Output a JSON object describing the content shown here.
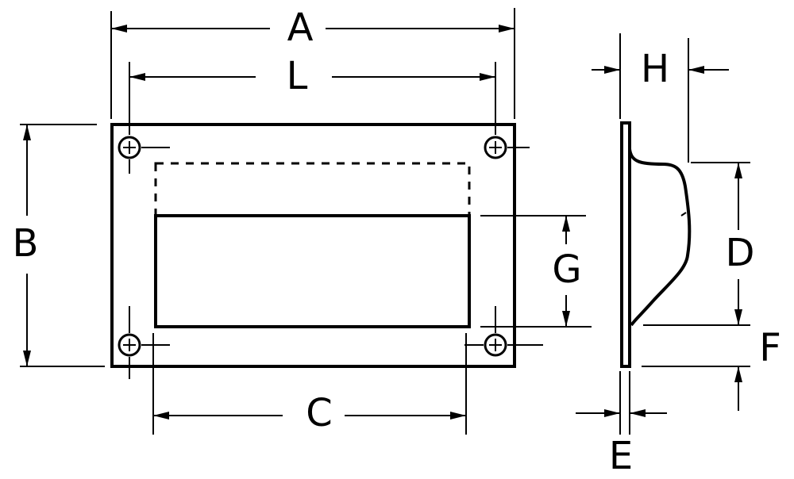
{
  "labels": {
    "A": "A",
    "L": "L",
    "B": "B",
    "C": "C",
    "G": "G",
    "H": "H",
    "D": "D",
    "F": "F",
    "E": "E"
  }
}
